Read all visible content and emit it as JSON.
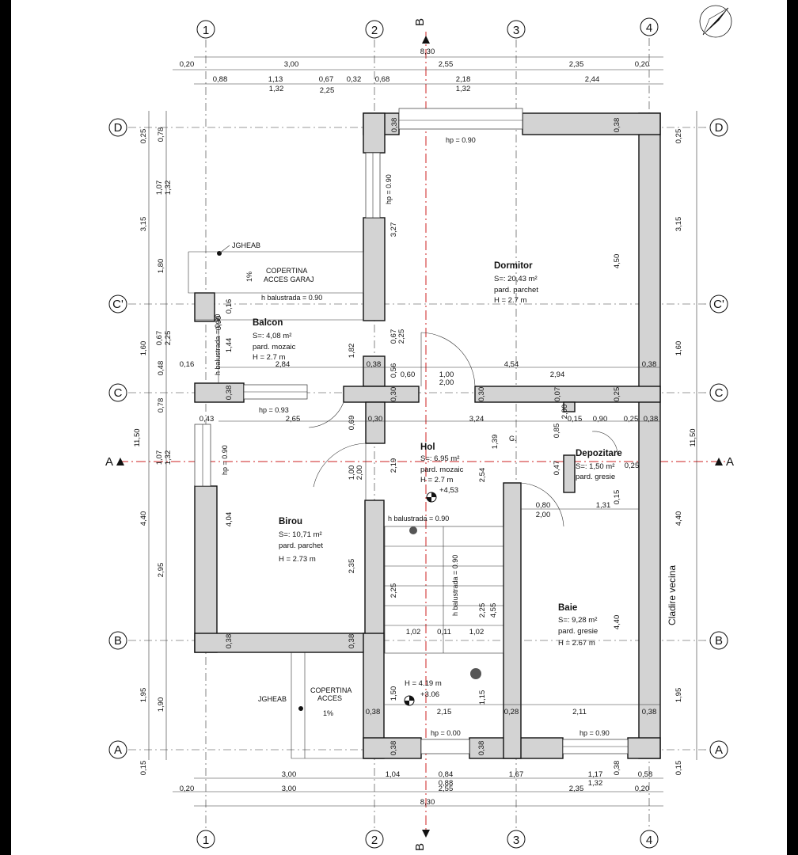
{
  "grid_axes": {
    "columns": [
      "1",
      "2",
      "3",
      "4"
    ],
    "rows": [
      "D",
      "C'",
      "C",
      "B",
      "A"
    ],
    "section_label": "B",
    "section_side_label": "A"
  },
  "top_dims": {
    "total": "8,30",
    "row1": [
      "0,20",
      "3,00",
      "2,55",
      "2,35",
      "0,20"
    ],
    "row2_top": [
      "0,88",
      "1,13",
      "0,67",
      "0,32",
      "0,68",
      "2,18",
      "2,44"
    ],
    "row2_bottom": [
      "1,32",
      "2,25",
      "1,32"
    ]
  },
  "bottom_dims": {
    "row1_top": [
      "3,00",
      "1,04",
      "0,84",
      "1,67",
      "1,17",
      "0,58"
    ],
    "row1_bottom": [
      "0,88",
      "1,32"
    ],
    "row2": [
      "0,20",
      "3,00",
      "2,55",
      "2,35",
      "0,20"
    ],
    "total": "8,30"
  },
  "left_dims": {
    "outer": [
      "0,25",
      "3,15",
      "1,60",
      "11,50",
      "4,40",
      "1,95",
      "0,15"
    ],
    "inner": [
      "0,78",
      "1,07",
      "1,32",
      "1,80",
      "0,67",
      "2,25",
      "0,48",
      "0,16",
      "0,78",
      "1,07",
      "1,32",
      "2,95",
      "1,90"
    ]
  },
  "right_dims": {
    "values": [
      "0,25",
      "3,15",
      "1,60",
      "11,50",
      "4,40",
      "1,95",
      "0,15"
    ]
  },
  "rooms": {
    "dormitor": {
      "name": "Dormitor",
      "area": "S=: 20,43 m²",
      "floor": "pard. parchet",
      "height": "H = 2.7 m"
    },
    "balcon": {
      "name": "Balcon",
      "area": "S=: 4,08 m²",
      "floor": "pard. mozaic",
      "height": "H = 2.7 m"
    },
    "hol": {
      "name": "Hol",
      "area": "S=: 6,95 m²",
      "floor": "pard. mozaic",
      "height": "H = 2.7 m",
      "level": "+4,53"
    },
    "birou": {
      "name": "Birou",
      "area": "S=: 10,71 m²",
      "floor": "pard. parchet",
      "height": "H = 2.73 m"
    },
    "depozitare": {
      "name": "Depozitare",
      "area": "S=: 1,50 m²",
      "floor": "pard. gresie"
    },
    "baie": {
      "name": "Baie",
      "area": "S=: 9,28 m²",
      "floor": "pard. gresie",
      "height": "H = 2.67 m"
    }
  },
  "annotations": {
    "jgheab_top": "JGHEAB",
    "copertina_garaj_1": "COPERTINA",
    "copertina_garaj_2": "ACCES GARAJ",
    "slope_top": "1%",
    "h_balustrada_balcon": "h balustrada = 0.90",
    "h_balustrada_vert": "h balustrada = 0.90",
    "h_balustrada_hol": "h balustrada = 0.90",
    "h_balustrada_stairs": "h balustrada = 0.90",
    "hp_dormitor_top": "hp = 0.90",
    "hp_dormitor_side": "hp = 0.90",
    "hp_balcon": "hp = 0.93",
    "hp_birou": "hp = 0.90",
    "hp_hol_bottom": "hp = 0.00",
    "hp_baie_bottom": "hp = 0.90",
    "jgheab_bottom": "JGHEAB",
    "copertina_acces_1": "COPERTINA",
    "copertina_acces_2": "ACCES",
    "slope_bottom": "1%",
    "landing_h": "H = 4.19 m",
    "landing_level": "+3.06",
    "neighbor": "Cladire vecina",
    "g_label": "G."
  },
  "inner_dims": {
    "d_038_a": "0,38",
    "d_038_b": "0,38",
    "d_327": "3,27",
    "d_450": "4,50",
    "d_067": "0,67",
    "d_225a": "2,25",
    "d_038_c": "0,38",
    "d_056": "0,56",
    "d_060": "0,60",
    "d_100a": "1,00",
    "d_200a": "2,00",
    "d_454": "4,54",
    "d_294": "2,94",
    "d_038_d": "0,38",
    "d_016": "0,16",
    "d_284": "2,84",
    "d_182": "1,82",
    "d_144": "1,44",
    "d_016b": "0,16",
    "d_090b": "0,90",
    "d_038_e": "0,38",
    "d_030a": "0,30",
    "d_030b": "0,30",
    "d_007": "0,07",
    "d_025a": "0,25",
    "d_043": "0,43",
    "d_265": "2,65",
    "d_069": "0,69",
    "d_030c": "0,30",
    "d_324": "3,24",
    "d_015a": "0,15",
    "d_090c": "0,90",
    "d_025b": "0,25",
    "d_038_f": "0,38",
    "d_139": "1,39",
    "d_085": "0,85",
    "d_200b": "2,00",
    "d_047": "0,47",
    "d_025c": "0,25",
    "d_100b": "1,00",
    "d_200c": "2,00",
    "d_219": "2,19",
    "d_254": "2,54",
    "d_015b": "0,15",
    "d_080": "0,80",
    "d_200d": "2,00",
    "d_131": "1,31",
    "d_404": "4,04",
    "d_235": "2,35",
    "d_225b": "2,25",
    "d_225c": "2,25",
    "d_455": "4,55",
    "d_440": "4,40",
    "d_038_g": "0,38",
    "d_038_h": "0,38",
    "d_102a": "1,02",
    "d_011": "0,11",
    "d_102b": "1,02",
    "d_150": "1,50",
    "d_115": "1,15",
    "d_038_i": "0,38",
    "d_215": "2,15",
    "d_028": "0,28",
    "d_211": "2,11",
    "d_038_j": "0,38",
    "d_038_k": "0,38",
    "d_038_l": "0,38",
    "d_038_m": "0,38"
  }
}
